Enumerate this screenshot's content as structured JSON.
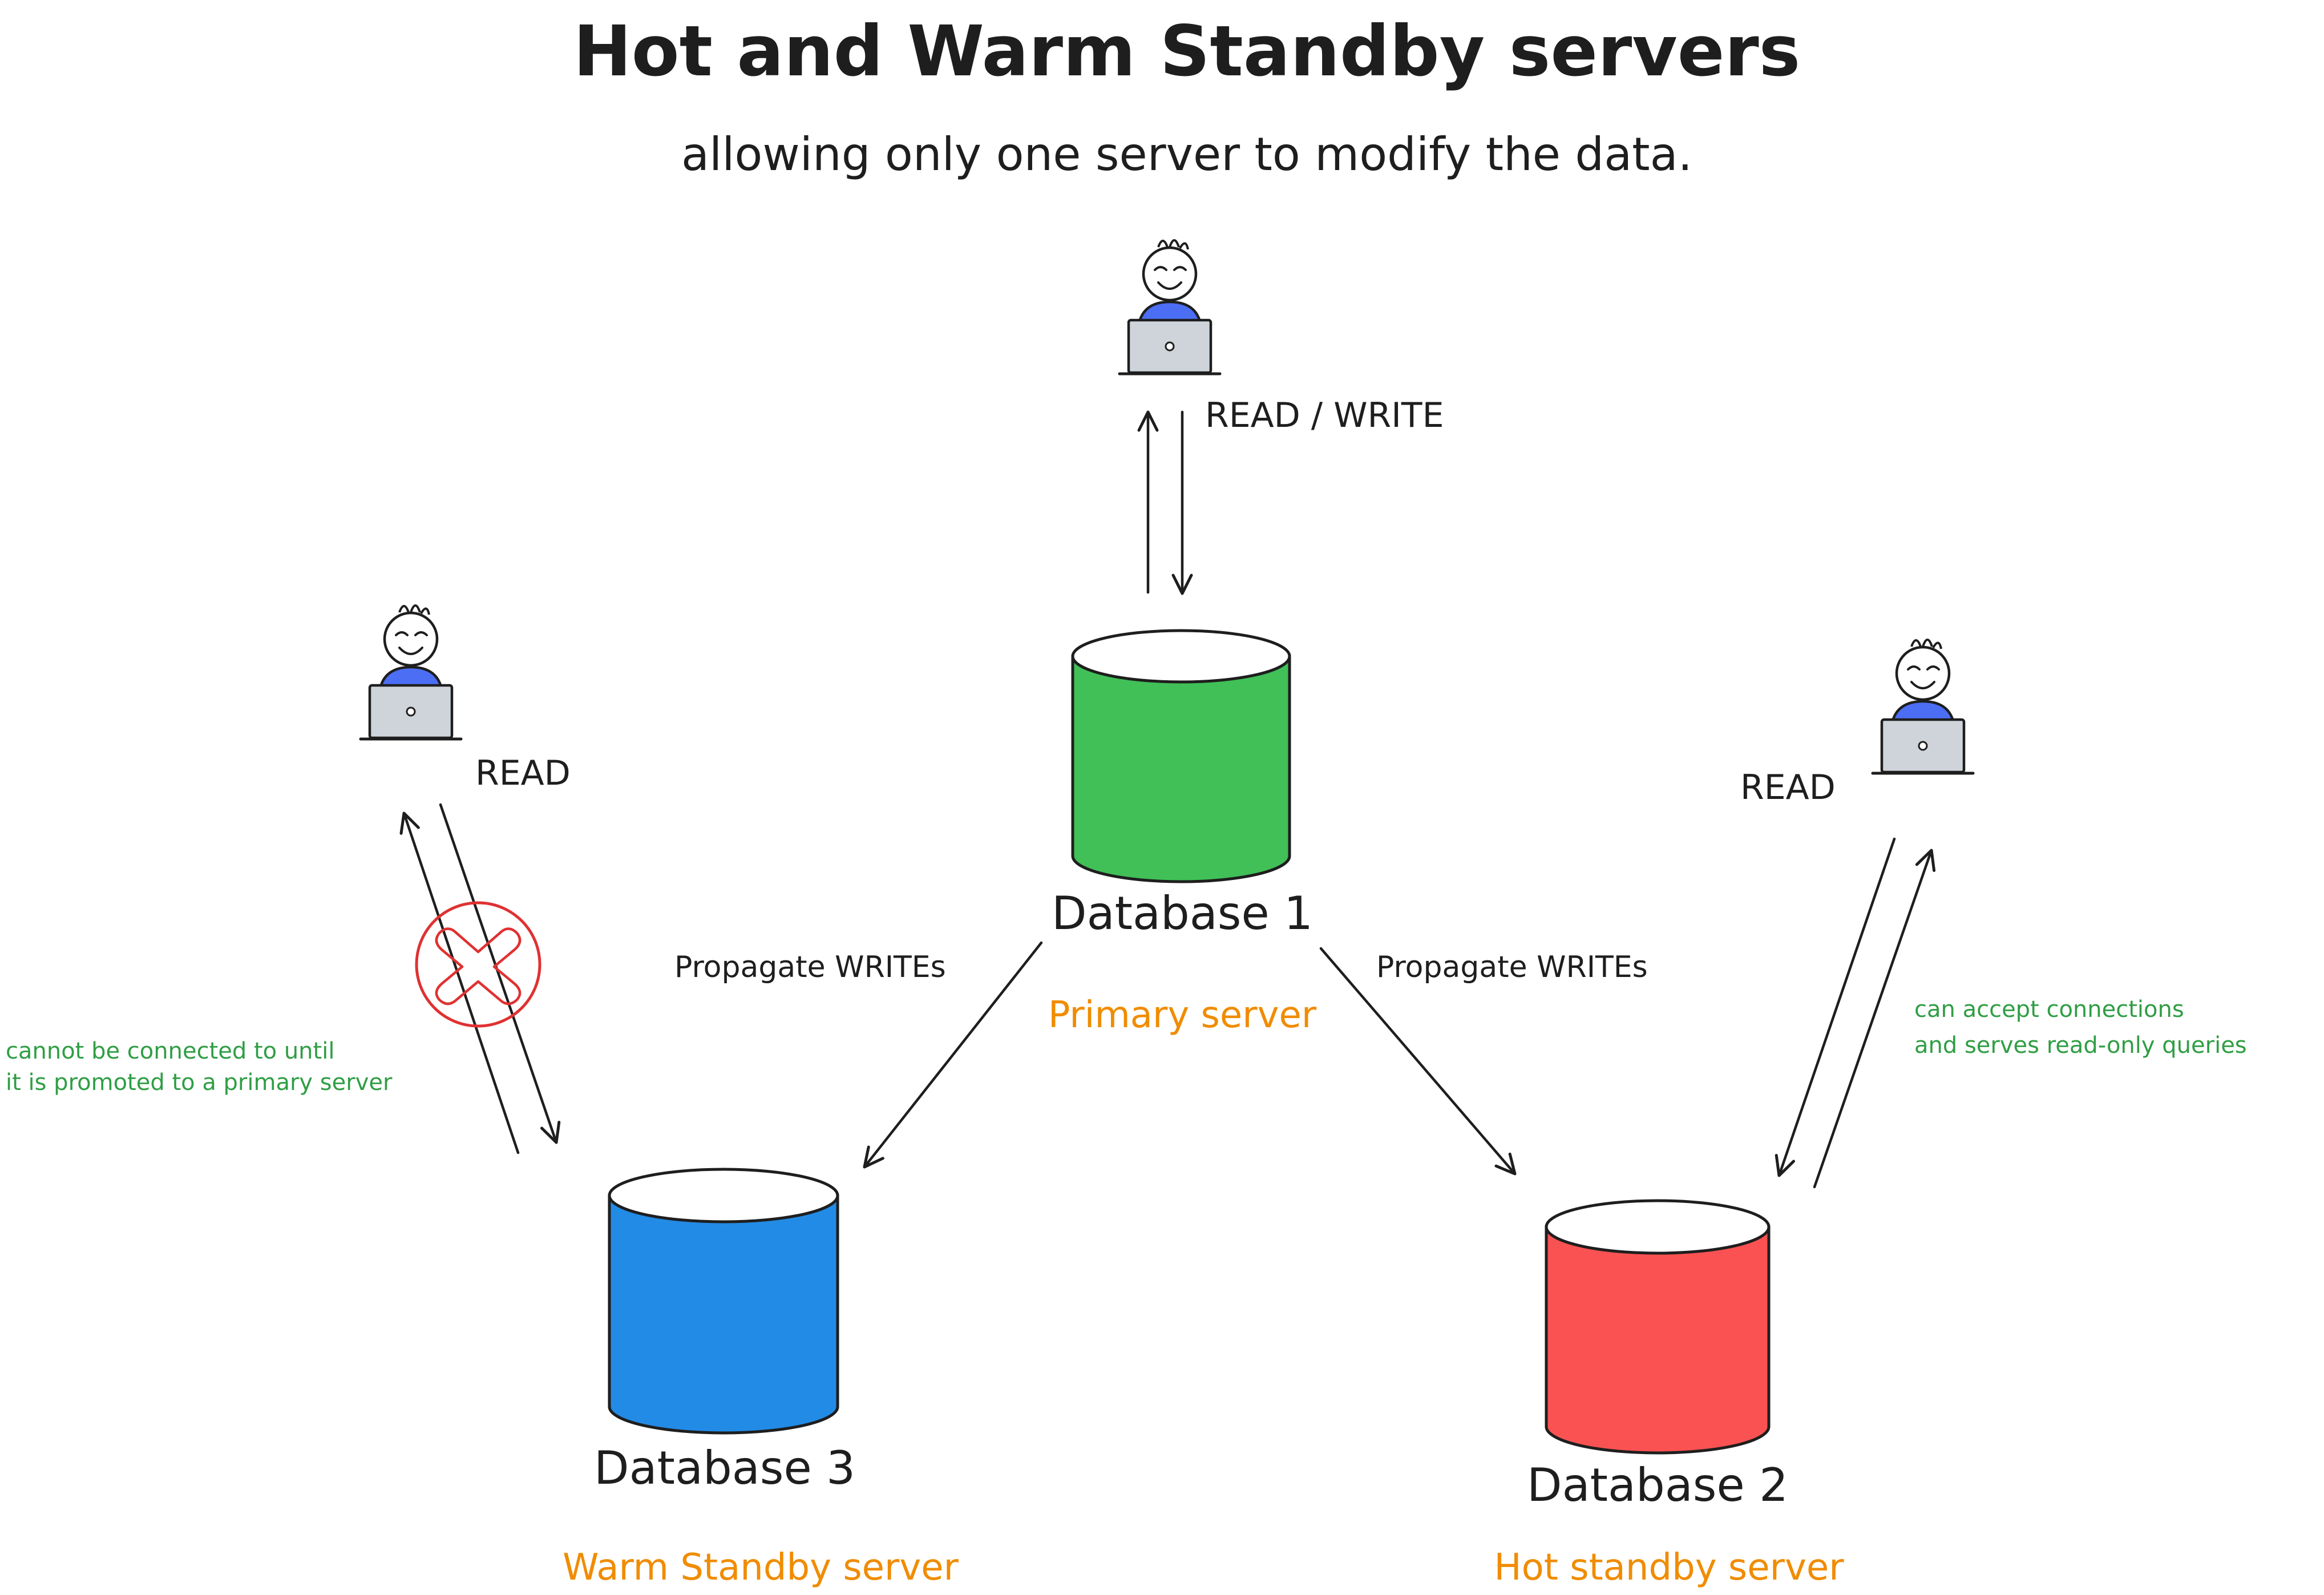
{
  "title": "Hot and Warm Standby servers",
  "subtitle": "allowing only one server to modify the data.",
  "colors": {
    "primary_db": "#40c057",
    "hot_db": "#fa5252",
    "warm_db": "#228be6",
    "role_label": "#f08c00",
    "note": "#2f9e44",
    "blocked": "#e03131",
    "user_shirt": "#4c6ef5",
    "laptop": "#ced4da",
    "ink": "#1e1e1e"
  },
  "databases": {
    "primary": {
      "name": "Database 1",
      "role": "Primary server"
    },
    "hot": {
      "name": "Database 2",
      "role": "Hot standby server"
    },
    "warm": {
      "name": "Database 3",
      "role": "Warm Standby server"
    }
  },
  "access": {
    "primary": "READ / WRITE",
    "hot": "READ",
    "warm": "READ"
  },
  "edges": {
    "to_warm": "Propagate WRITEs",
    "to_hot": "Propagate WRITEs"
  },
  "notes": {
    "warm": [
      "cannot be connected to until",
      "it is promoted to a primary server"
    ],
    "hot": [
      "can accept connections",
      "and serves read-only queries"
    ]
  },
  "icons": {
    "user": "user-at-laptop-icon",
    "blocked": "blocked-connection-icon",
    "database": "database-cylinder-icon"
  }
}
